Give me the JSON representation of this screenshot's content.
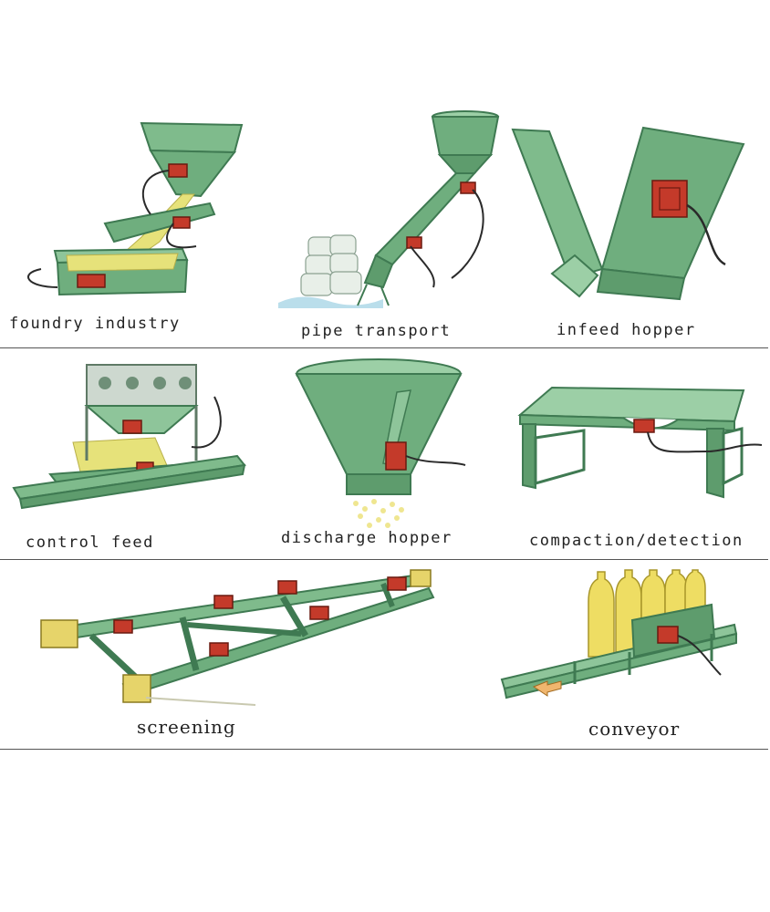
{
  "colors": {
    "green": "#6fae7e",
    "green_dark": "#3f7a52",
    "green_light": "#9ccfa6",
    "motor_red": "#c43a2a",
    "material_yellow": "#e6e27a",
    "bottle_yellow": "#eedd63",
    "cable": "#2a2a2a",
    "rule": "#555555"
  },
  "panels": [
    {
      "id": "foundry",
      "caption": "foundry industry"
    },
    {
      "id": "pipe",
      "caption": "pipe transport"
    },
    {
      "id": "infeed",
      "caption": "infeed hopper"
    },
    {
      "id": "control",
      "caption": "control feed"
    },
    {
      "id": "discharge",
      "caption": "discharge hopper"
    },
    {
      "id": "compaction",
      "caption": "compaction/detection"
    },
    {
      "id": "screening",
      "caption": "screening"
    },
    {
      "id": "conveyor",
      "caption": "conveyor"
    }
  ]
}
